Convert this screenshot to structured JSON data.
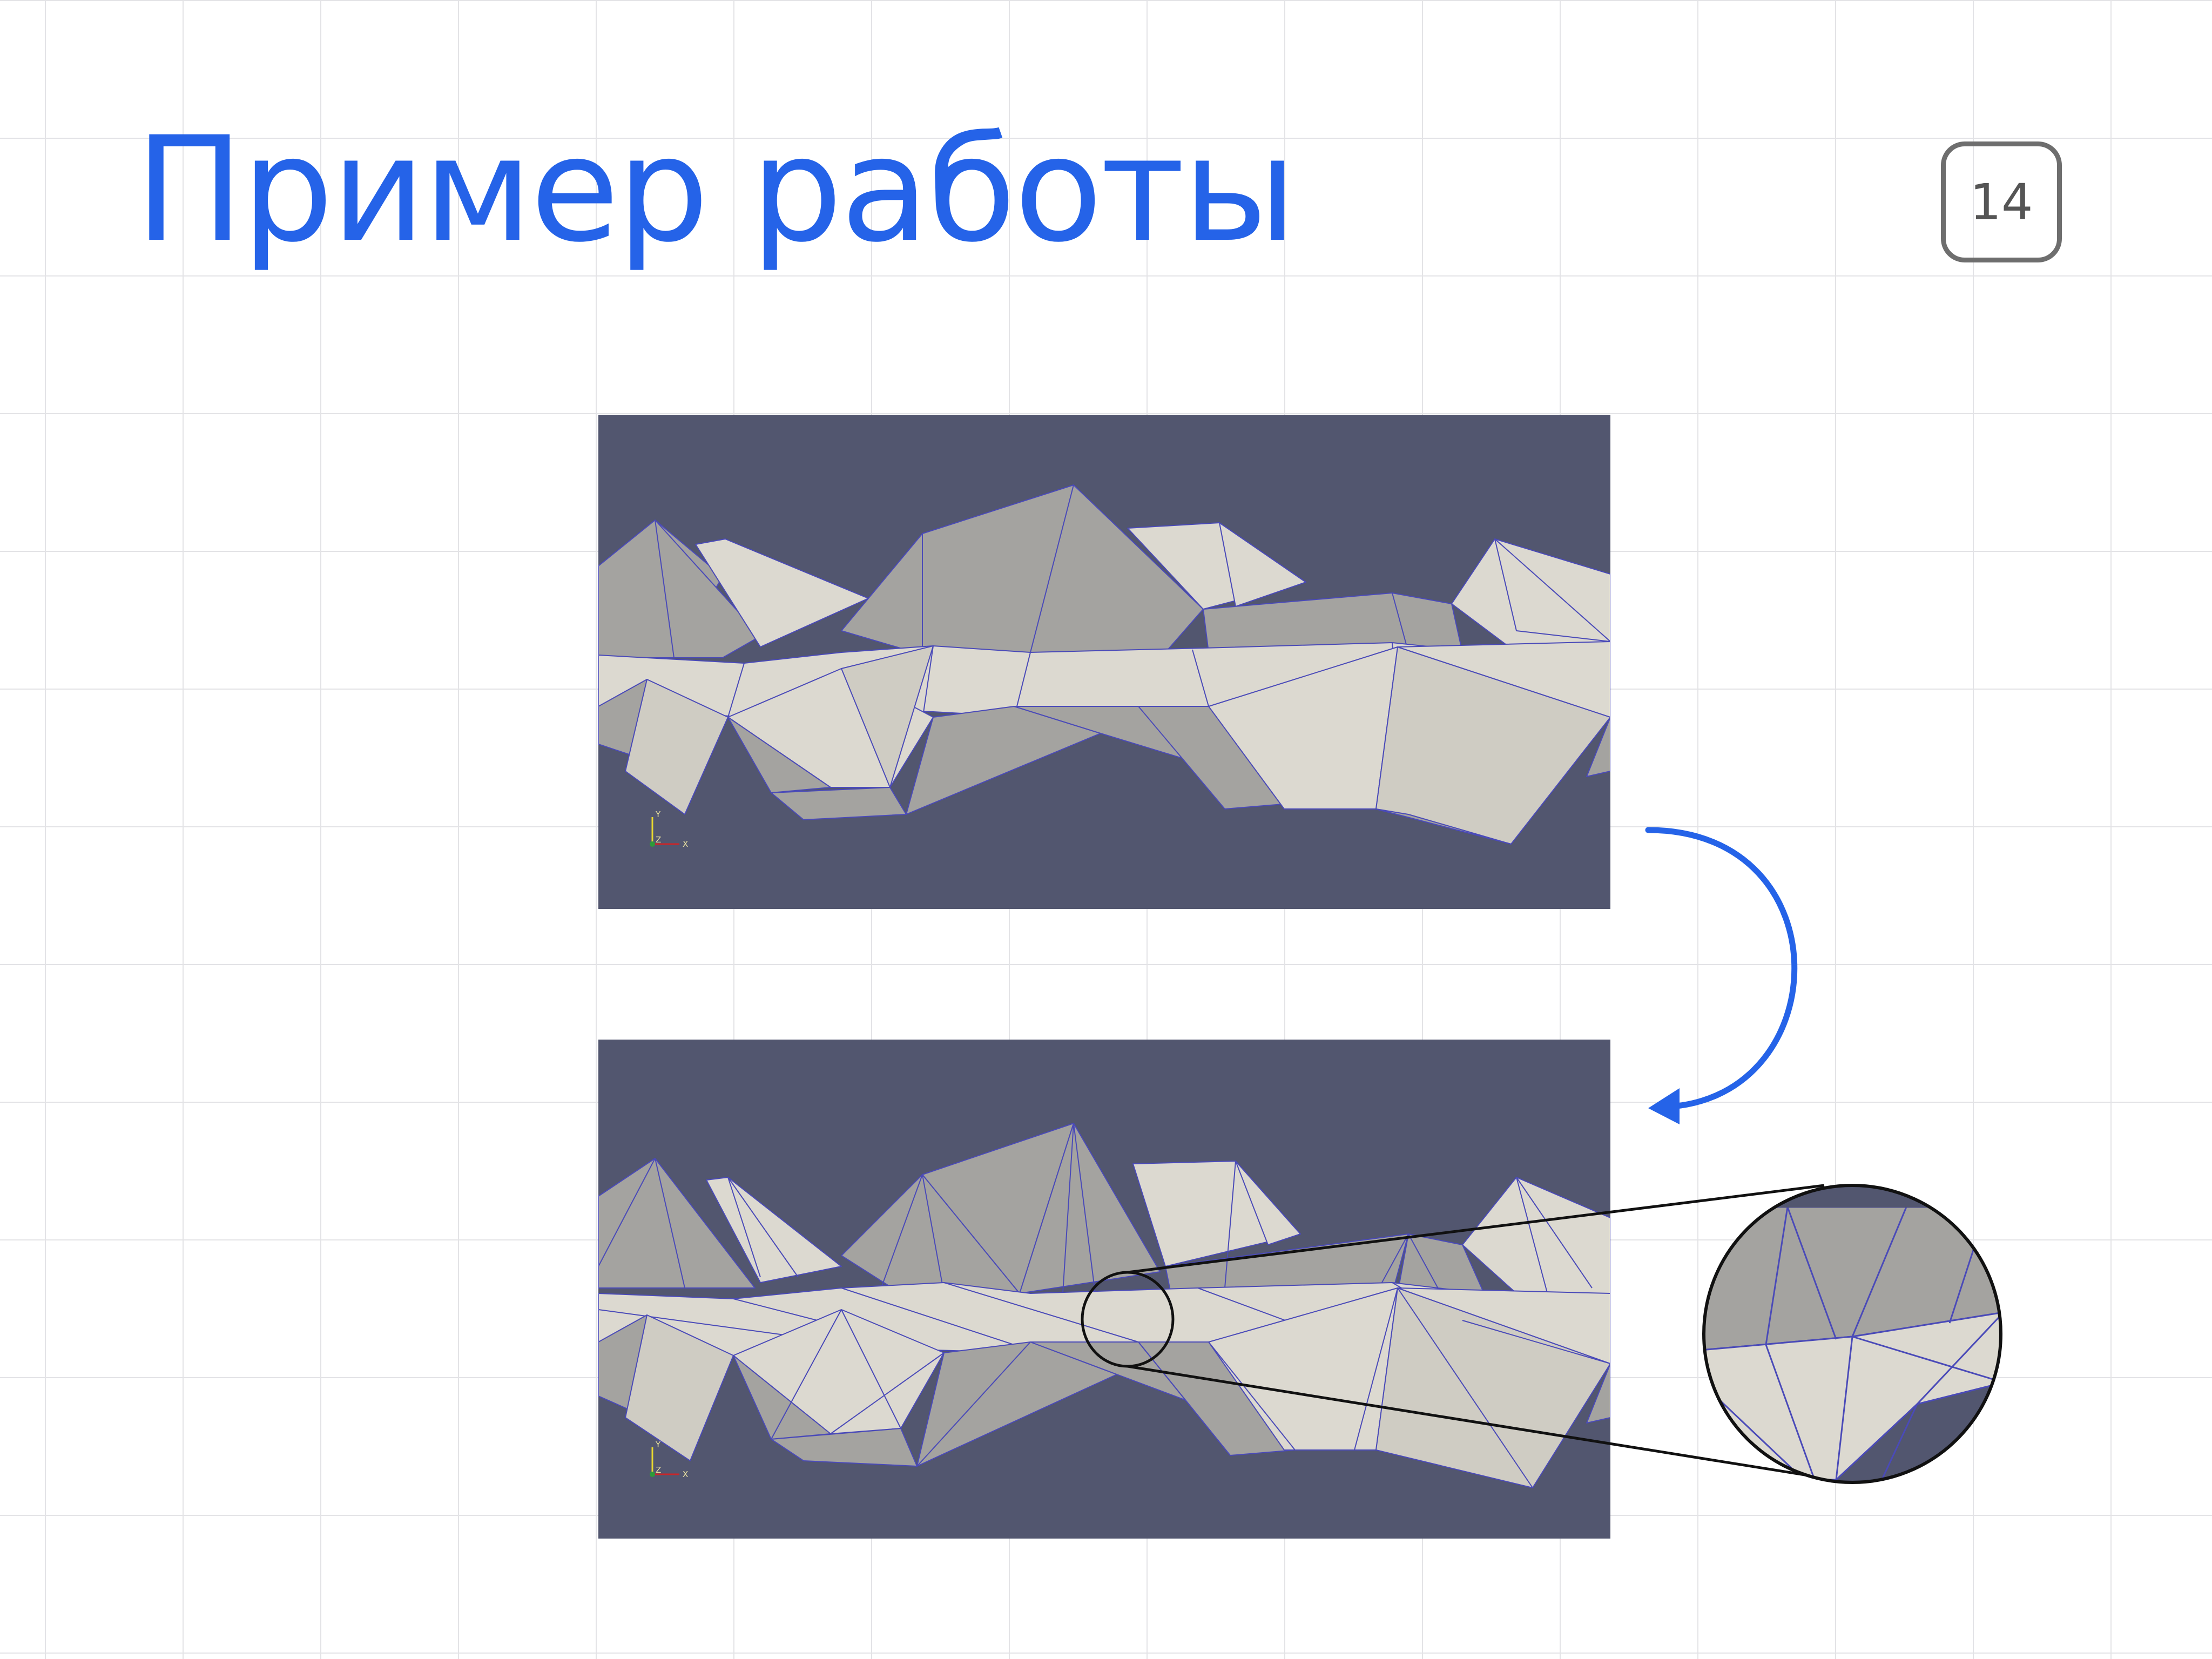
{
  "slide": {
    "title": "Пример работы",
    "page_number": "14"
  },
  "renders": [
    {
      "name": "mesh-before",
      "axes_labels": [
        "Y",
        "Z",
        "X"
      ]
    },
    {
      "name": "mesh-after",
      "axes_labels": [
        "Y",
        "Z",
        "X"
      ]
    }
  ],
  "colors": {
    "accent": "#2563e8",
    "viewport_bg": "#52566f",
    "mesh_light": "#dcd9d0",
    "mesh_mid": "#cfccc3",
    "mesh_dark": "#a4a3a0",
    "wire_edges": "#4a4ab8"
  },
  "icons": [
    "curved-arrow-icon",
    "magnifier-circle-icon",
    "axes-triad-icon"
  ]
}
